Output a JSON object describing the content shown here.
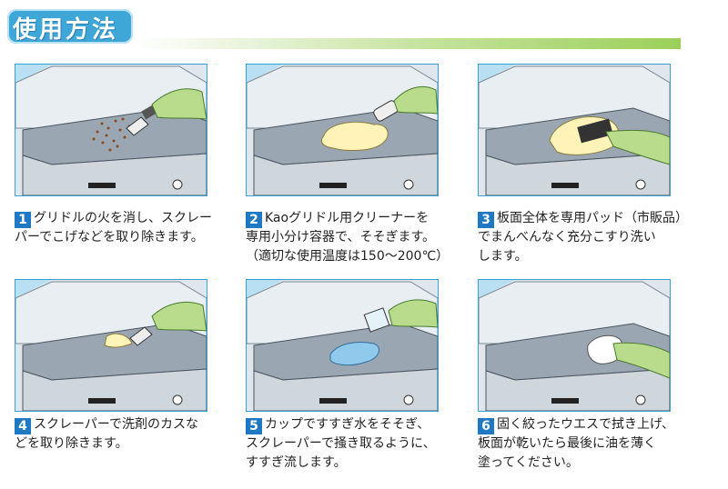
{
  "title": "使用方法",
  "steps": [
    {
      "num": "1",
      "lines": [
        "グリドルの火を消し、スクレー",
        "パーでこげなどを取り除きます。"
      ]
    },
    {
      "num": "2",
      "lines": [
        "Kaoグリドル用クリーナーを",
        "専用小分け容器で、そそぎます。",
        "（適切な使用温度は150〜200℃）"
      ]
    },
    {
      "num": "3",
      "lines": [
        "板面全体を専用パッド（市販品）",
        "でまんべんなく充分こすり洗い",
        "します。"
      ]
    },
    {
      "num": "4",
      "lines": [
        "スクレーパーで洗剤のカスな",
        "どを取り除きます。"
      ]
    },
    {
      "num": "5",
      "lines": [
        "カップですすぎ水をそそぎ、",
        "スクレーパーで掻き取るように、",
        "すすぎ流します。"
      ]
    },
    {
      "num": "6",
      "lines": [
        "固く絞ったウエスで拭き上げ、",
        "板面が乾いたら最後に油を薄く",
        "塗ってください。"
      ]
    }
  ],
  "colors": {
    "frame": "#3aa0d0",
    "sky": "#b9dff3",
    "badge": "#1f78c1",
    "title_bg": "#3fa6d8",
    "glove": "#b8dc8c"
  }
}
